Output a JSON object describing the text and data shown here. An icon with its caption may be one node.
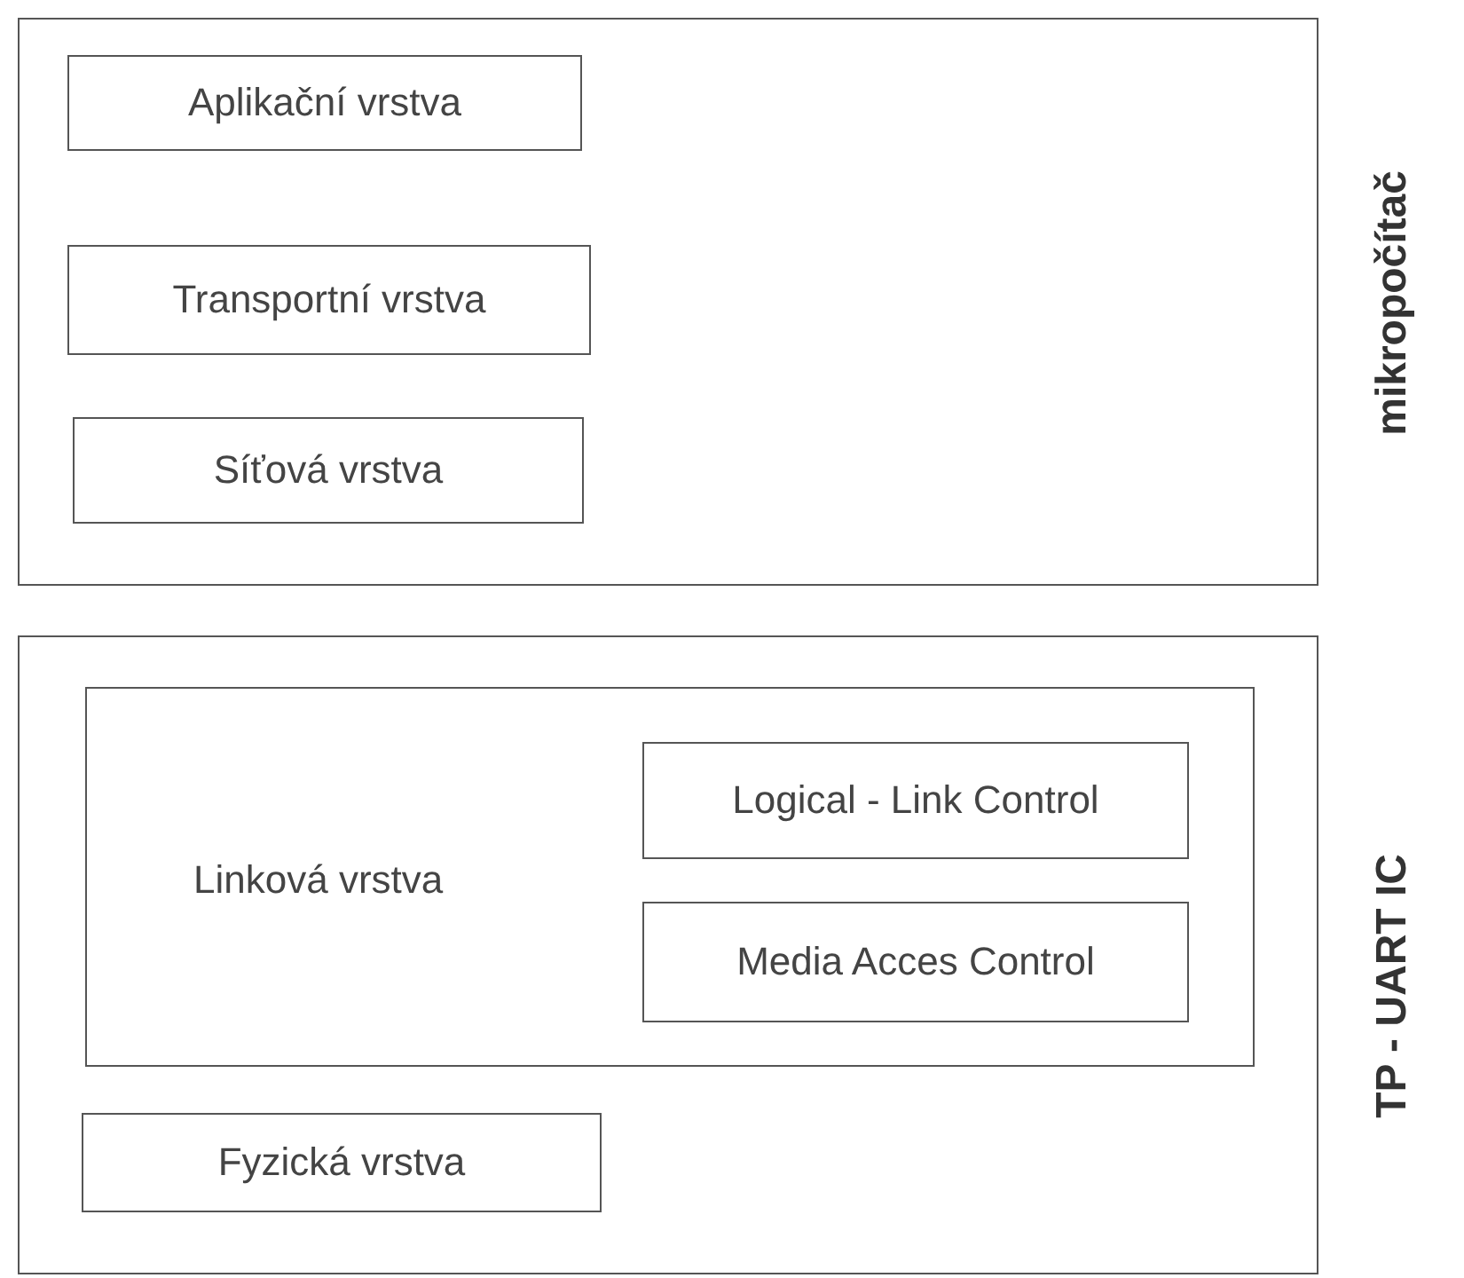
{
  "diagram": {
    "nodes": [
      {
        "text": [
          "mikropočítač"
        ]
      },
      {
        "text": [
          "Aplikační vrstva"
        ],
        "in": 0
      },
      {
        "text": [
          "Transportní vrstva"
        ],
        "in": 0
      },
      {
        "text": [
          "Síťová vrstva"
        ],
        "in": 0
      },
      {
        "text": [
          "TP - UART IC"
        ]
      },
      {
        "text": [
          "Linková vrstva"
        ],
        "in": 4
      },
      {
        "text": [
          "Logical - Link Control"
        ],
        "in": 5
      },
      {
        "text": [
          "Media Acces Control"
        ],
        "in": 5
      },
      {
        "text": [
          "Fyzická vrstva"
        ],
        "in": 4
      }
    ],
    "edges": []
  }
}
